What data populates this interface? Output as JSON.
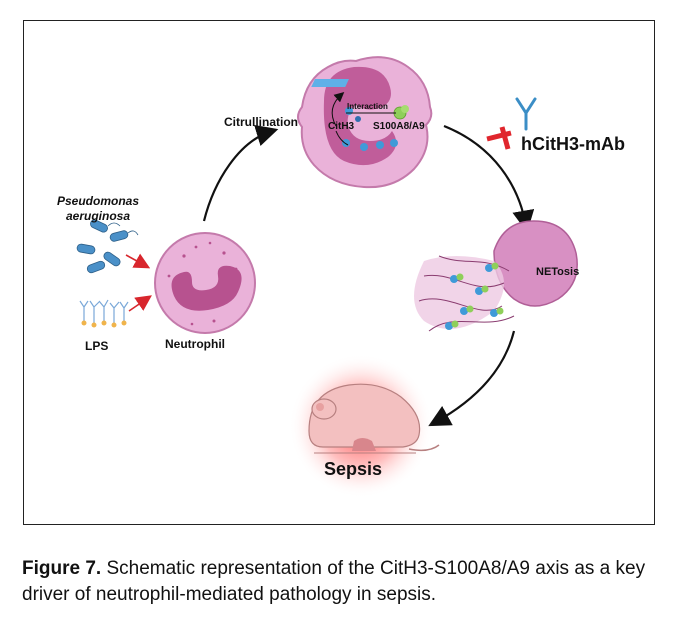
{
  "diagram": {
    "pathogen_label_line1": "Pseudomonas",
    "pathogen_label_line2": "aeruginosa",
    "lps_label": "LPS",
    "neutrophil_label": "Neutrophil",
    "citrullination_label": "Citrullination",
    "interaction_label": "Interaction",
    "cith3_label": "CitH3",
    "s100_label": "S100A8/A9",
    "antibody_label": "hCitH3-mAb",
    "netosis_label": "NETosis",
    "sepsis_label": "Sepsis"
  },
  "caption": {
    "figure_number": "Figure 7.",
    "text": "Schematic representation of the CitH3-S100A8/A9 axis as a key driver of neutrophil-mediated pathology in sepsis."
  },
  "colors": {
    "cell_fill": "#e9a7d4",
    "nucleus_fill": "#b5518f",
    "inhibitor_red": "#e0262d",
    "antibody_blue": "#3b8ec6",
    "sepsis_glow": "#ff4a4a"
  }
}
